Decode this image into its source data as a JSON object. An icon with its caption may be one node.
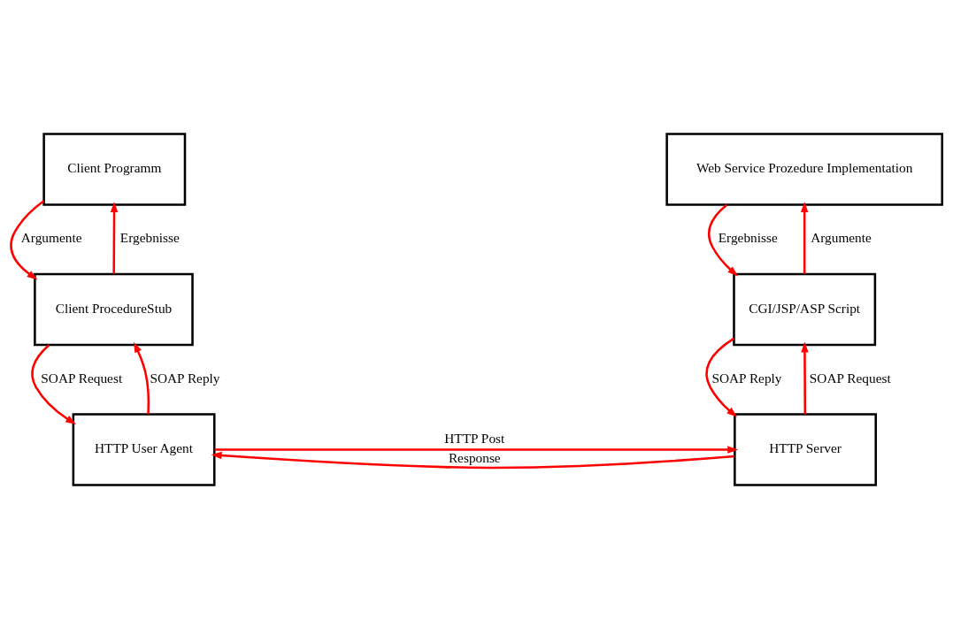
{
  "diagram": {
    "nodes": [
      {
        "text": [
          "Client Programm"
        ]
      },
      {
        "text": [
          "Web Service Prozedure Implementation"
        ]
      },
      {
        "text": [
          "Client ProcedureStub"
        ]
      },
      {
        "text": [
          "CGI/JSP/ASP Script"
        ]
      },
      {
        "text": [
          "HTTP User Agent"
        ]
      },
      {
        "text": [
          "HTTP Server"
        ]
      }
    ],
    "edges": [
      {
        "from": 0,
        "to": 2,
        "arrow": "to",
        "label": "Argumente"
      },
      {
        "from": 2,
        "to": 0,
        "arrow": "to",
        "label": "Ergebnisse"
      },
      {
        "from": 3,
        "to": 1,
        "arrow": "to",
        "label": "Argumente"
      },
      {
        "from": 1,
        "to": 3,
        "arrow": "to",
        "label": "Ergebnisse"
      },
      {
        "from": 2,
        "to": 4,
        "arrow": "to",
        "label": "SOAP Request"
      },
      {
        "from": 4,
        "to": 2,
        "arrow": "to",
        "label": "SOAP Reply"
      },
      {
        "from": 5,
        "to": 3,
        "arrow": "to",
        "label": "SOAP Request"
      },
      {
        "from": 3,
        "to": 5,
        "arrow": "to",
        "label": "SOAP Reply"
      },
      {
        "from": 4,
        "to": 5,
        "arrow": "to",
        "label": "HTTP Post"
      },
      {
        "from": 5,
        "to": 4,
        "arrow": "to",
        "label": "Response"
      }
    ]
  }
}
